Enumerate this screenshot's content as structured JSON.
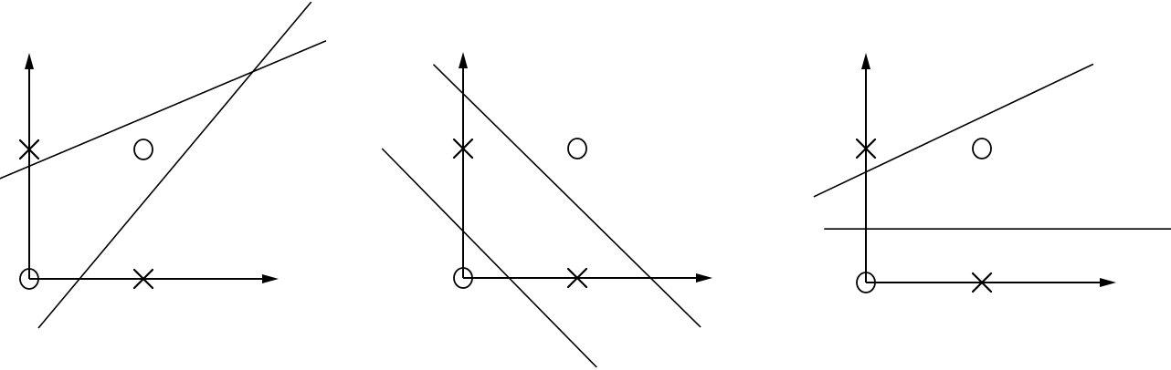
{
  "figure": {
    "colors": {
      "ink": "#000000",
      "background": "#ffffff"
    },
    "panels": [
      {
        "id": "left",
        "points": [
          {
            "x": 0,
            "y": 0,
            "symbol": "O"
          },
          {
            "x": 1,
            "y": 0,
            "symbol": "X"
          },
          {
            "x": 0,
            "y": 1,
            "symbol": "X"
          },
          {
            "x": 1,
            "y": 1,
            "symbol": "O"
          }
        ],
        "boundaries": [
          {
            "x1": -0.27,
            "y1": 0.77,
            "x2": 2.6,
            "y2": 1.84
          },
          {
            "x1": 0.08,
            "y1": -0.38,
            "x2": 2.47,
            "y2": 2.14
          }
        ]
      },
      {
        "id": "middle",
        "points": [
          {
            "x": 0,
            "y": 0,
            "symbol": "O"
          },
          {
            "x": 1,
            "y": 0,
            "symbol": "X"
          },
          {
            "x": 0,
            "y": 1,
            "symbol": "X"
          },
          {
            "x": 1,
            "y": 1,
            "symbol": "O"
          }
        ],
        "boundaries": [
          {
            "x1": -0.26,
            "y1": 1.65,
            "x2": 2.08,
            "y2": -0.38
          },
          {
            "x1": -0.71,
            "y1": 1.0,
            "x2": 1.17,
            "y2": -0.69
          }
        ]
      },
      {
        "id": "right",
        "points": [
          {
            "x": 0,
            "y": 0,
            "symbol": "O"
          },
          {
            "x": 1,
            "y": 0,
            "symbol": "X"
          },
          {
            "x": 0,
            "y": 1,
            "symbol": "X"
          },
          {
            "x": 1,
            "y": 1,
            "symbol": "O"
          }
        ],
        "boundaries": [
          {
            "x1": -0.45,
            "y1": 0.64,
            "x2": 1.96,
            "y2": 1.63
          },
          {
            "x1": -0.36,
            "y1": 0.4,
            "x2": 2.7,
            "y2": 0.4
          }
        ]
      }
    ]
  }
}
